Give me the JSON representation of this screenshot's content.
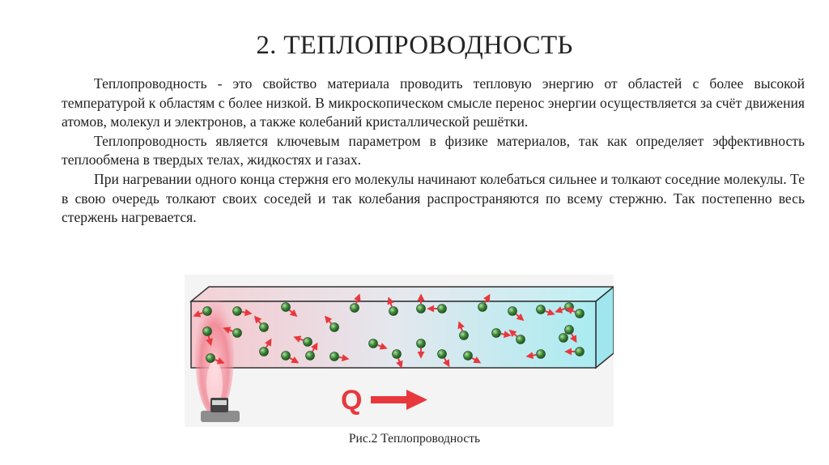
{
  "slide": {
    "title": "2. ТЕПЛОПРОВОДНОСТЬ",
    "paragraphs": [
      "Теплопроводность - это свойство материала проводить тепловую энергию от областей с более высокой температурой к областям с более низкой. В микроскопическом смысле перенос энергии осуществляется за счёт движения атомов, молекул и электронов, а также колебаний кристаллической решётки.",
      "Теплопроводность является ключевым параметром в физике материалов, так как определяет эффективность теплообмена в твердых телах, жидкостях и газах.",
      "При нагревании одного конца стержня его молекулы начинают колебаться сильнее и толкают соседние молекулы. Те в свою очередь толкают своих соседей и так колебания распространяются по всему стержню. Так постепенно весь стержень нагревается."
    ]
  },
  "figure": {
    "heat_label": "Q",
    "caption": "Рис.2 Теплопроводность",
    "colors": {
      "hot_end": "#f6c6cc",
      "cold_end": "#a9ecf1",
      "arrow": "#e8383d",
      "molecule": "#3d8c3a",
      "flame": "#f07a8a",
      "burner": "#8d8d8d"
    }
  }
}
